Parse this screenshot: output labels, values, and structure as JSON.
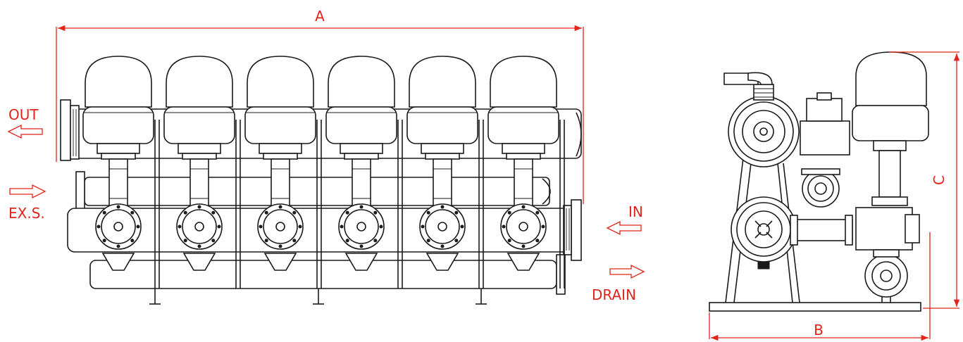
{
  "labels": {
    "dim_a": "A",
    "dim_b": "B",
    "dim_c": "C",
    "out": "OUT",
    "exs": "EX.S.",
    "in": "IN",
    "drain": "DRAIN"
  },
  "filter_units": 6,
  "colors": {
    "dimension": "#e2241b",
    "outline": "#1a1a1a"
  }
}
